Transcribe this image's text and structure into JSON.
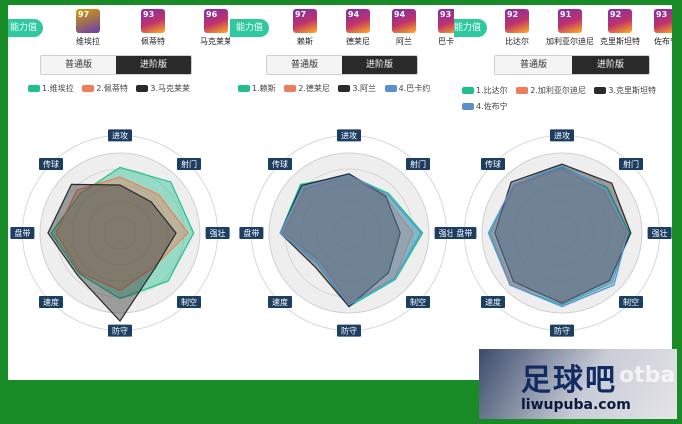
{
  "axes": [
    "进攻",
    "射门",
    "强壮",
    "制空",
    "防守",
    "速度",
    "盘带",
    "传球"
  ],
  "panels": [
    {
      "tag": "能力值",
      "toggle": [
        "普通版",
        "进阶版"
      ],
      "players": [
        {
          "rating": "97",
          "name": "维埃拉",
          "color": "#20c08e"
        },
        {
          "rating": "93",
          "name": "佩蒂特",
          "color": "#f07d5a"
        },
        {
          "rating": "96",
          "name": "马克莱莱",
          "color": "#2a2a2a"
        }
      ],
      "legend": [
        "1.维埃拉",
        "2.佩蒂特",
        "3.马克莱莱"
      ],
      "axis_labels": [
        "进攻",
        "射门",
        "强壮",
        "制空",
        "防守",
        "速度",
        "盘带",
        "传球"
      ]
    },
    {
      "tag": "能力值",
      "toggle": [
        "普通版",
        "进阶版"
      ],
      "players": [
        {
          "rating": "97",
          "name": "赖斯",
          "color": "#20c08e"
        },
        {
          "rating": "94",
          "name": "德莱尼",
          "color": "#f07d5a"
        },
        {
          "rating": "94",
          "name": "阿兰",
          "color": "#2a2a2a"
        },
        {
          "rating": "93",
          "name": "巴卡约",
          "color": "#5b8fd0"
        }
      ],
      "legend": [
        "1.赖斯",
        "2.德莱尼",
        "3.阿兰",
        "4.巴卡约"
      ],
      "axis_labels": [
        "进攻",
        "射门",
        "强壮",
        "制空",
        "防守",
        "速度",
        "盘带",
        "传球"
      ]
    },
    {
      "tag": "能力值",
      "toggle": [
        "普通版",
        "进阶版"
      ],
      "players": [
        {
          "rating": "92",
          "name": "比达尔",
          "color": "#20c08e"
        },
        {
          "rating": "91",
          "name": "加利亚尔迪尼",
          "color": "#f07d5a"
        },
        {
          "rating": "92",
          "name": "克里斯坦特",
          "color": "#2a2a2a"
        },
        {
          "rating": "93",
          "name": "佐布宁",
          "color": "#5b8fd0"
        }
      ],
      "legend": [
        "1.比达尔",
        "2.加利亚尔迪尼",
        "3.克里斯坦特",
        "4.佐布宁"
      ],
      "axis_labels": [
        "进攻",
        "射门",
        "强壮",
        "制空",
        "防守",
        "速度",
        "盘带",
        "传球"
      ]
    }
  ],
  "radar_values": [
    [
      [
        0.82,
        0.9,
        0.92,
        0.85,
        0.82,
        0.72,
        0.86,
        0.7
      ],
      [
        0.7,
        0.68,
        0.85,
        0.6,
        0.72,
        0.7,
        0.8,
        0.76
      ],
      [
        0.6,
        0.55,
        0.7,
        0.62,
        1.1,
        0.75,
        0.9,
        0.86
      ]
    ],
    [
      [
        0.72,
        0.7,
        0.92,
        0.82,
        0.92,
        0.55,
        0.86,
        0.86
      ],
      [
        0.72,
        0.64,
        0.8,
        0.8,
        0.88,
        0.5,
        0.82,
        0.78
      ],
      [
        0.74,
        0.65,
        0.64,
        0.7,
        0.92,
        0.6,
        0.86,
        0.84
      ],
      [
        0.72,
        0.68,
        0.9,
        0.8,
        0.9,
        0.55,
        0.86,
        0.82
      ]
    ],
    [
      [
        0.82,
        0.8,
        0.84,
        0.88,
        0.9,
        0.92,
        0.9,
        0.86
      ],
      [
        0.8,
        0.74,
        0.8,
        0.85,
        0.86,
        0.9,
        0.88,
        0.84
      ],
      [
        0.86,
        0.88,
        0.86,
        0.84,
        0.88,
        0.86,
        0.84,
        0.9
      ],
      [
        0.84,
        0.78,
        0.82,
        0.92,
        0.92,
        0.92,
        0.92,
        0.86
      ]
    ]
  ],
  "watermark": {
    "title": "足球吧",
    "url": "liwupuba.com",
    "bg": "otba"
  }
}
